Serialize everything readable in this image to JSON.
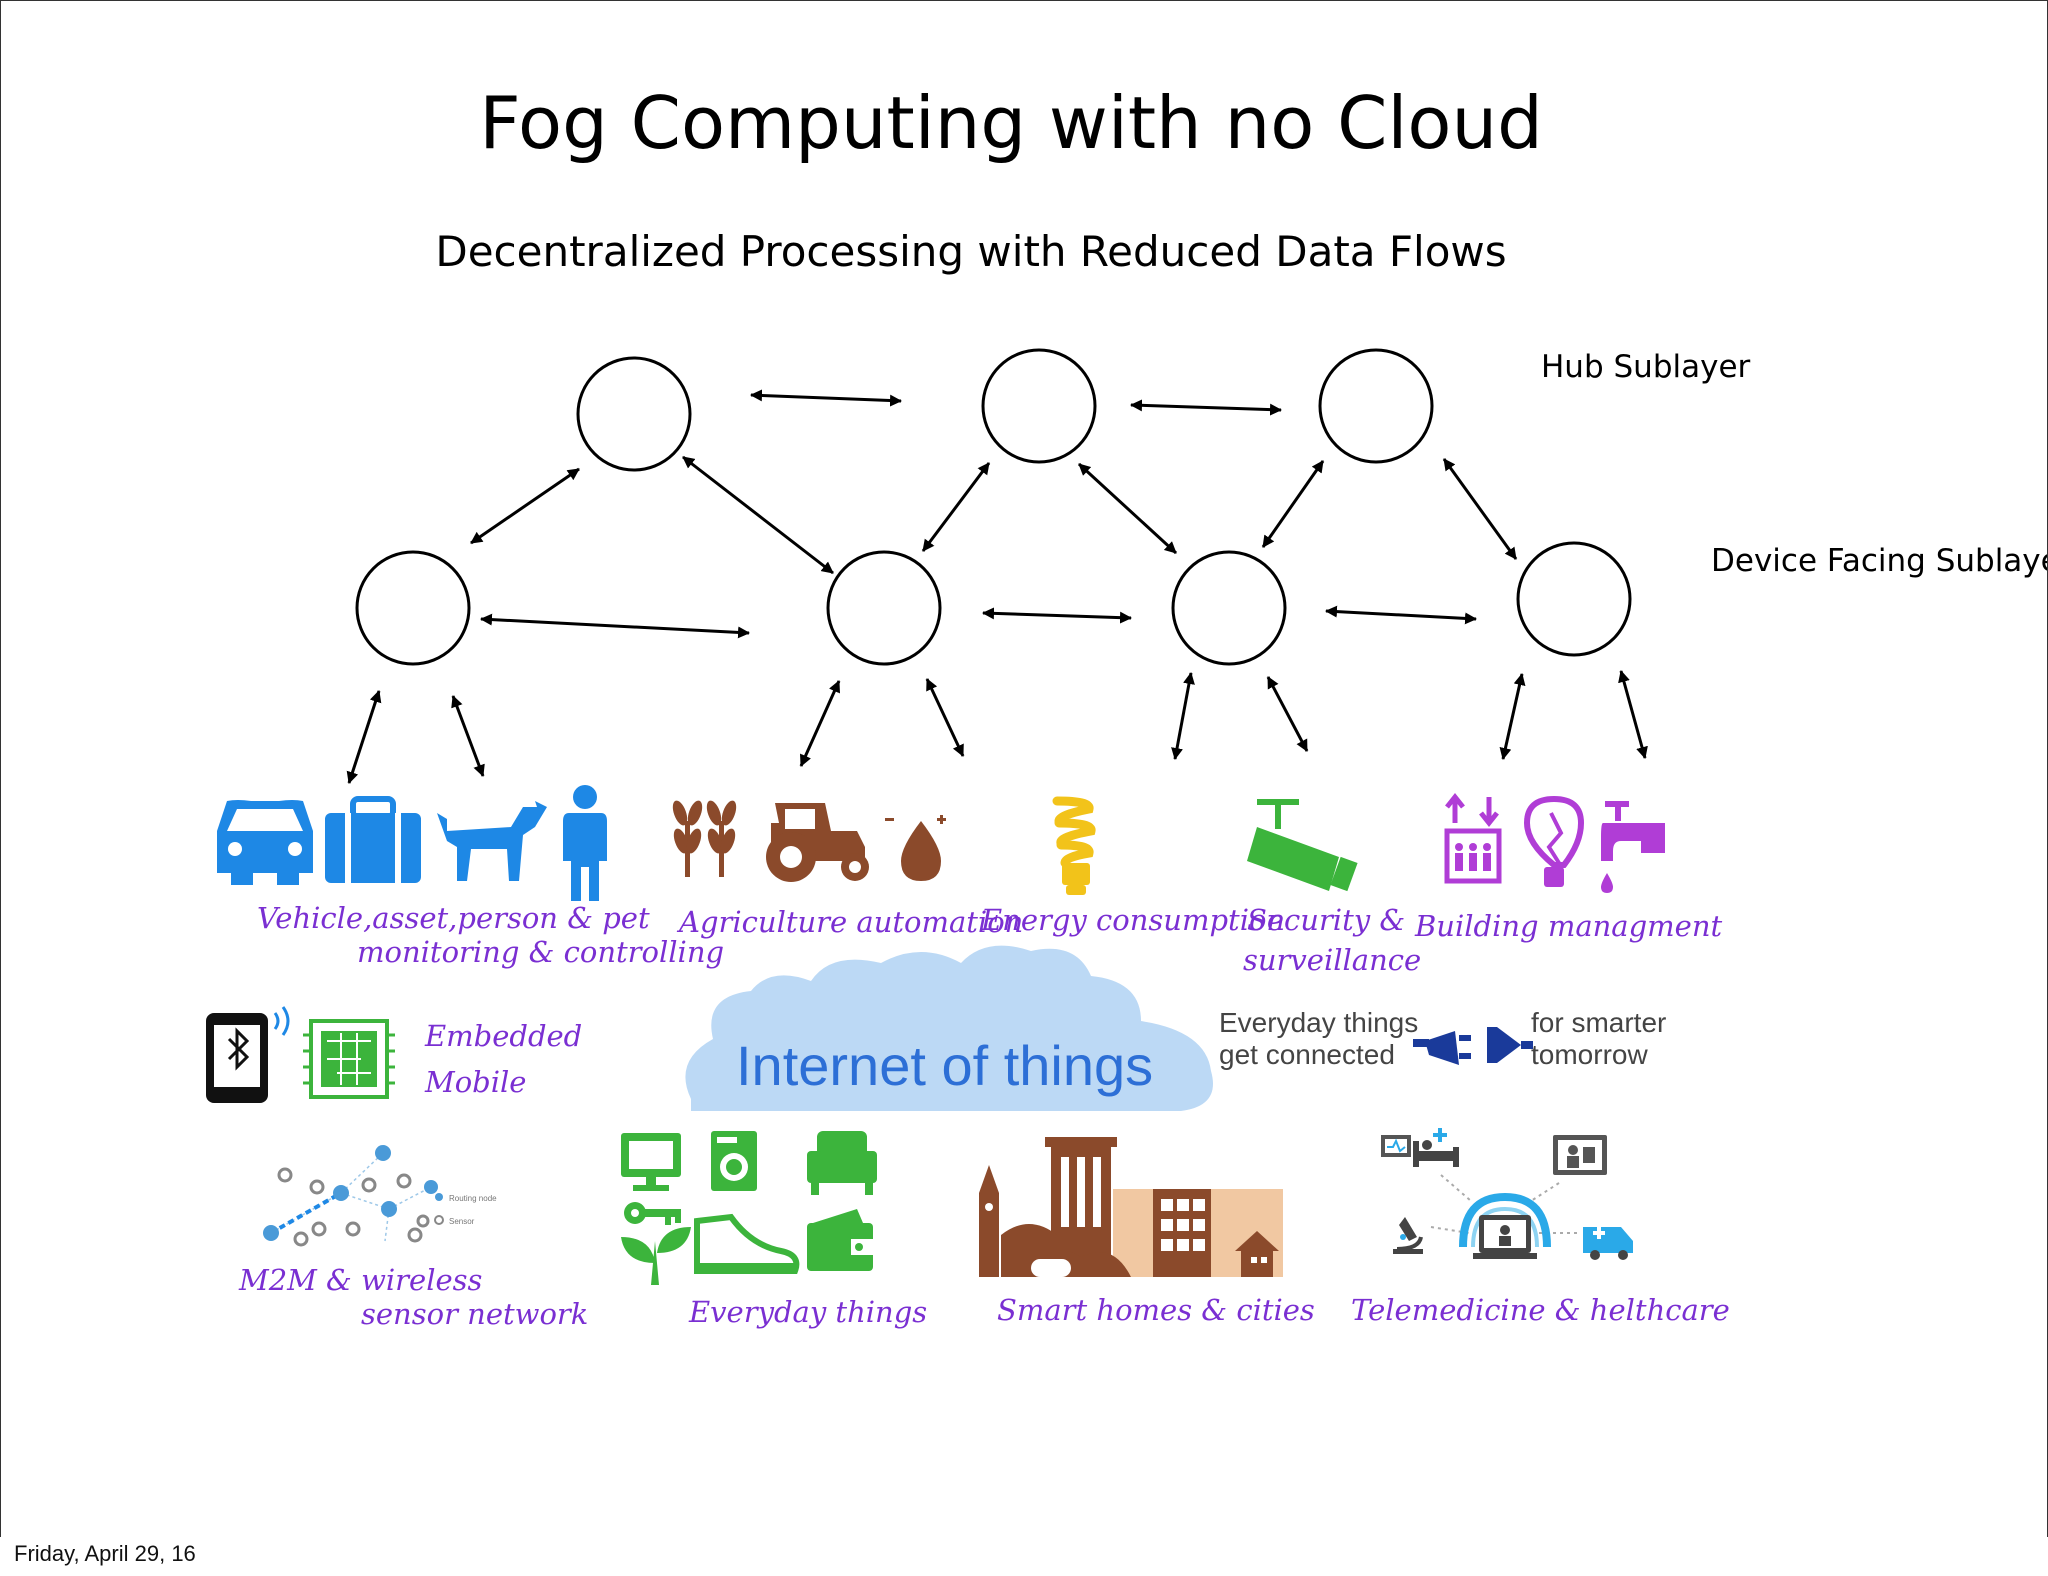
{
  "slide": {
    "title": "Fog Computing with no Cloud",
    "subtitle": "Decentralized Processing  with Reduced Data Flows",
    "hub_label": "Hub Sublayer",
    "device_label": "Device Facing Sublayers"
  },
  "iot": {
    "cloud_text": "Internet of things",
    "captions": {
      "vehicle_line1": "Vehicle,asset,person & pet",
      "vehicle_line2": "monitoring & controlling",
      "agriculture": "Agriculture automation",
      "energy": "Energy consumption",
      "security_line1": "Security &",
      "security_line2": "surveillance",
      "building": "Building managment",
      "embedded": "Embedded",
      "mobile": "Mobile",
      "m2m_line1": "M2M & wireless",
      "m2m_line2": "sensor network",
      "everyday": "Everyday things",
      "smart_homes": "Smart homes & cities",
      "telemedicine": "Telemedicine & helthcare"
    },
    "tagline_left_1": "Everyday things",
    "tagline_left_2": "get connected",
    "tagline_right_1": "for smarter",
    "tagline_right_2": "tomorrow",
    "sensor_legend_1": "Routing node",
    "sensor_legend_2": "Sensor",
    "colors": {
      "blue": "#1e88e5",
      "brown": "#8b4a2b",
      "yellow": "#f2c31a",
      "green": "#3cb43c",
      "purple": "#b03dd6",
      "caption": "#7a2fd2",
      "cloud": "#bcd9f5",
      "cloud_text": "#2d6fd6"
    }
  },
  "footer": {
    "date": "Friday, April 29, 16"
  }
}
